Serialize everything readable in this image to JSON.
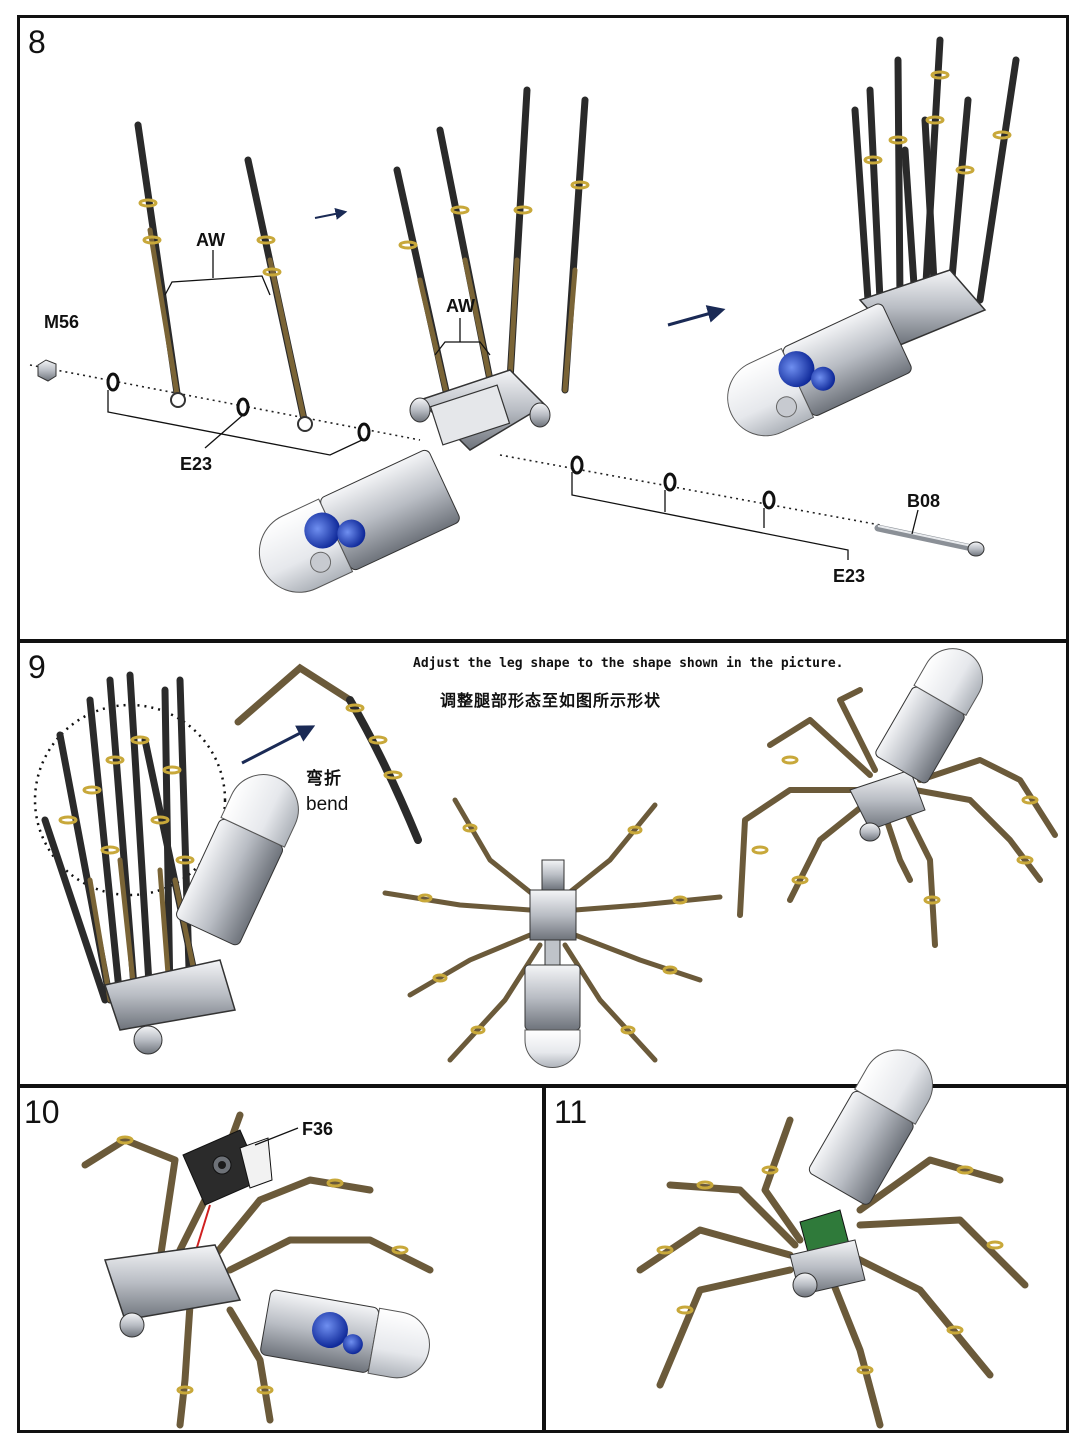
{
  "steps": [
    {
      "number": "8",
      "labels": {
        "aw_left": "AW",
        "aw_center": "AW",
        "m56": "M56",
        "e23_left": "E23",
        "e23_right": "E23",
        "b08": "B08"
      }
    },
    {
      "number": "9",
      "instruction_en": "Adjust the leg shape to the shape shown in the picture.",
      "instruction_cn": "调整腿部形态至如图所示形状",
      "bend_cn": "弯折",
      "bend_en": "bend"
    },
    {
      "number": "10",
      "labels": {
        "f36": "F36"
      }
    },
    {
      "number": "11"
    }
  ],
  "colors": {
    "frame": "#111111",
    "leg": "#6b5a3a",
    "metal": "#c9ccd2",
    "gear": "#1e46c8",
    "ring": "#c8a83a",
    "pcb": "#2f7a3a",
    "arrow": "#1a2a55",
    "pointer": "#d02020"
  }
}
